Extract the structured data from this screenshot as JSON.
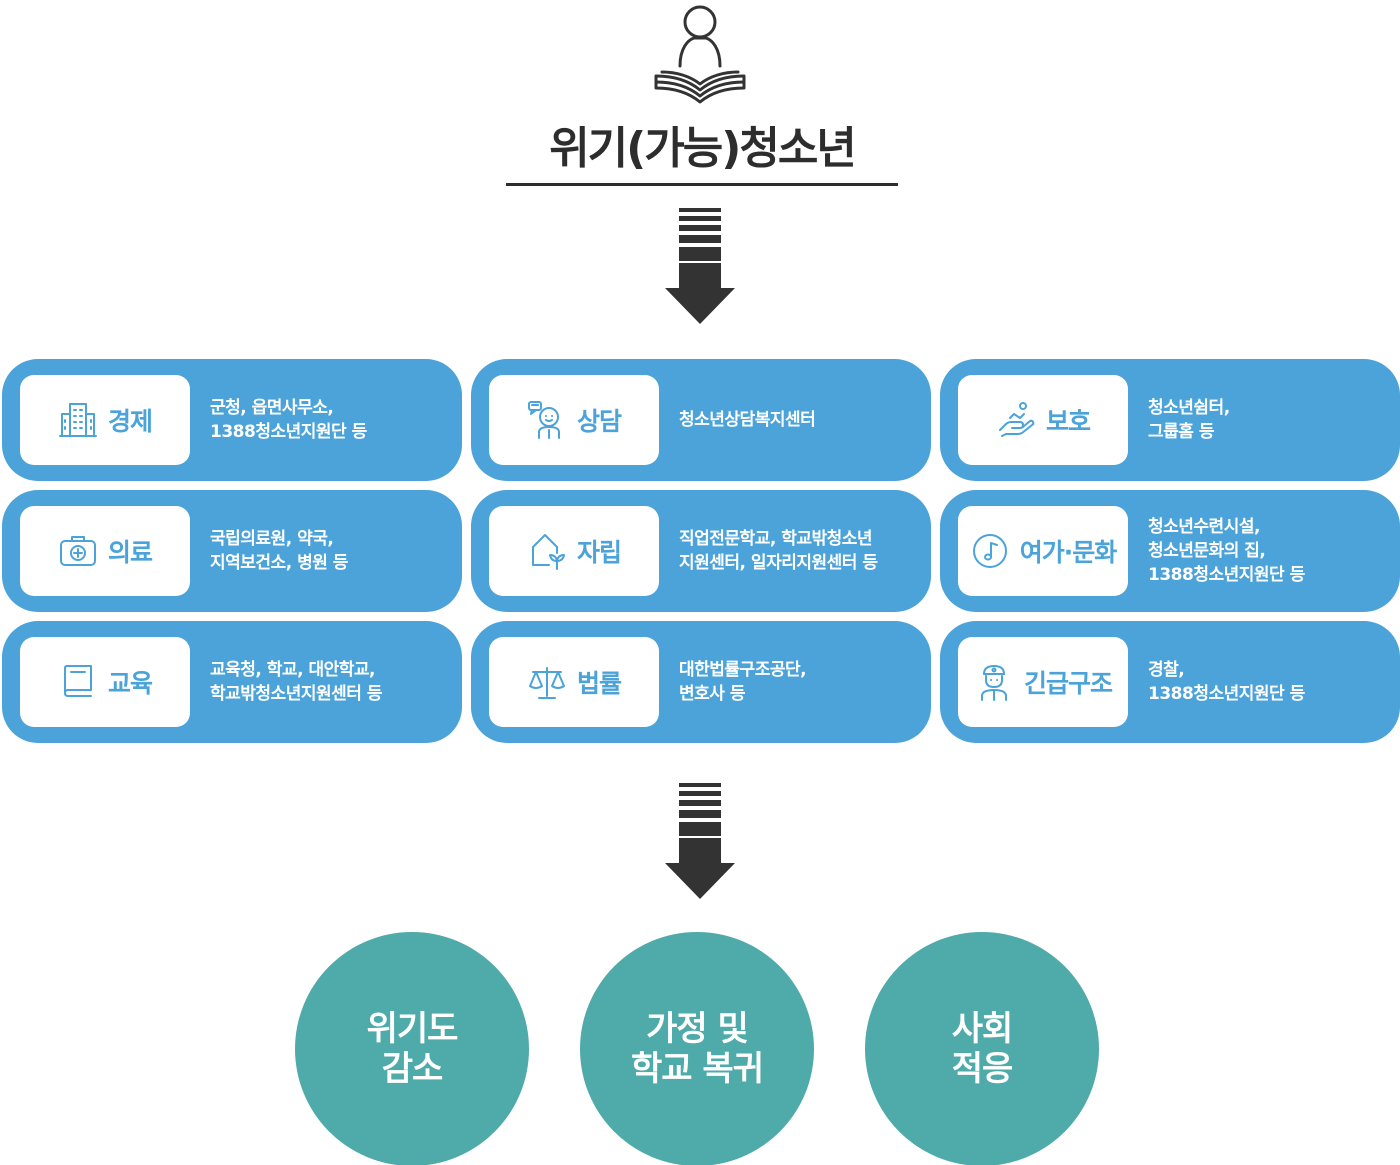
{
  "title": "위기(가능)청소년",
  "colors": {
    "card": "#4ba3d9",
    "circle": "#4faaaa",
    "dark": "#2d2d2d"
  },
  "services": [
    {
      "label": "경제",
      "icon": "building-icon",
      "lines": [
        "군청, 읍면사무소,",
        "1388청소년지원단 등"
      ]
    },
    {
      "label": "상담",
      "icon": "counselor-speech-icon",
      "lines": [
        "청소년상담복지센터"
      ]
    },
    {
      "label": "보호",
      "icon": "caring-hand-icon",
      "lines": [
        "청소년쉼터,",
        "그룹홈 등"
      ]
    },
    {
      "label": "의료",
      "icon": "medical-kit-icon",
      "lines": [
        "국립의료원, 약국,",
        "지역보건소, 병원 등"
      ]
    },
    {
      "label": "자립",
      "icon": "house-sprout-icon",
      "lines": [
        "직업전문학교, 학교밖청소년",
        "지원센터, 일자리지원센터 등"
      ]
    },
    {
      "label": "여가·문화",
      "icon": "music-note-icon",
      "lines": [
        "청소년수련시설,",
        "청소년문화의 집,",
        "1388청소년지원단 등"
      ]
    },
    {
      "label": "교육",
      "icon": "book-icon",
      "lines": [
        "교육청, 학교, 대안학교,",
        "학교밖청소년지원센터 등"
      ]
    },
    {
      "label": "법률",
      "icon": "scales-icon",
      "lines": [
        "대한법률구조공단,",
        "변호사 등"
      ]
    },
    {
      "label": "긴급구조",
      "icon": "police-officer-icon",
      "lines": [
        "경찰,",
        "1388청소년지원단 등"
      ]
    }
  ],
  "outcomes": [
    {
      "lines": [
        "위기도",
        "감소"
      ]
    },
    {
      "lines": [
        "가정 및",
        "학교 복귀"
      ]
    },
    {
      "lines": [
        "사회",
        "적응"
      ]
    }
  ]
}
